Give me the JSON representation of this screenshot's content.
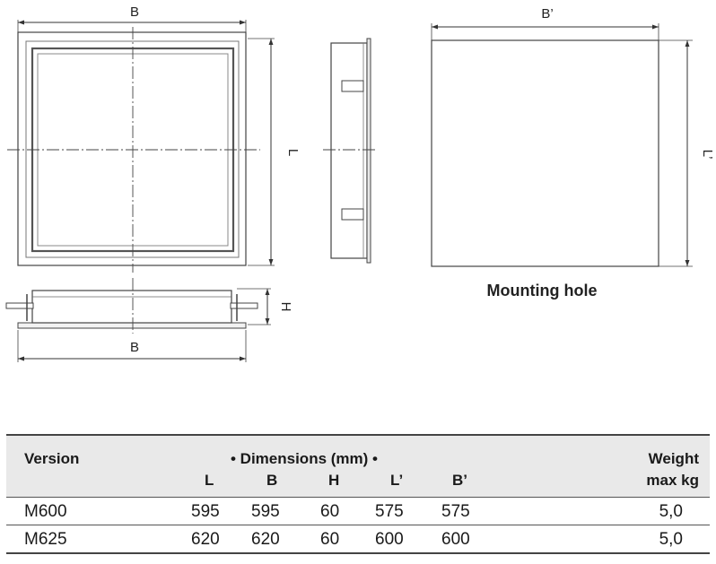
{
  "drawing": {
    "front_width_label": "B",
    "front_height_label": "L",
    "top_view_width_label": "B",
    "top_view_height_label": "H",
    "hole_width_label": "B’",
    "hole_height_label": "L’",
    "hole_caption": "Mounting hole"
  },
  "table": {
    "version_header": "Version",
    "dimensions_header": "• Dimensions (mm) •",
    "weight_header_line1": "Weight",
    "weight_header_line2": "max kg",
    "columns": [
      "L",
      "B",
      "H",
      "L’",
      "B’"
    ],
    "rows": [
      {
        "version": "M600",
        "L": "595",
        "B": "595",
        "H": "60",
        "Lp": "575",
        "Bp": "575",
        "weight": "5,0"
      },
      {
        "version": "M625",
        "L": "620",
        "B": "620",
        "H": "60",
        "Lp": "600",
        "Bp": "600",
        "weight": "5,0"
      }
    ]
  }
}
